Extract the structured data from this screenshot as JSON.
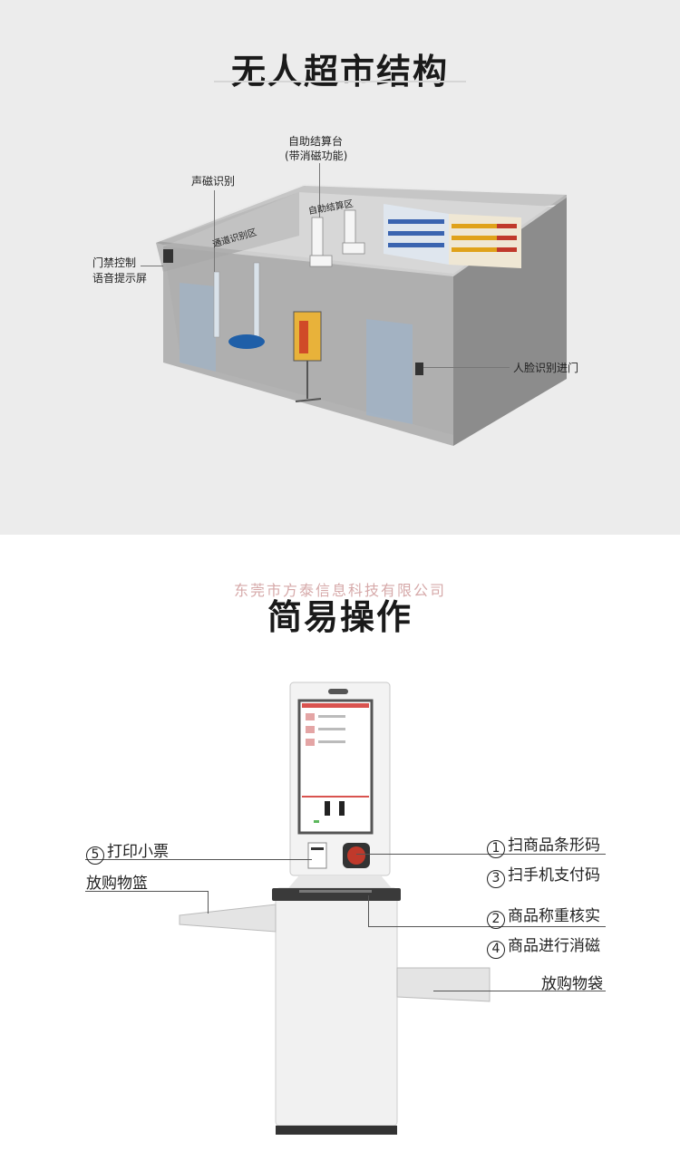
{
  "section1": {
    "title": "无人超市结构",
    "labels": {
      "checkout_top_1": "自助结算台",
      "checkout_top_2": "(带消磁功能)",
      "sound_mag": "声磁识别",
      "access_1": "门禁控制",
      "access_2": "语音提示屏",
      "channel_zone": "通道识别区",
      "checkout_zone": "自助结算区",
      "face_entry": "人脸识别进门"
    }
  },
  "watermark": "东莞市方泰信息科技有限公司",
  "section2": {
    "title": "简易操作",
    "left": {
      "n5": "5",
      "print": "打印小票",
      "basket": "放购物篮"
    },
    "right": {
      "n1": "1",
      "scan_barcode": "扫商品条形码",
      "n3": "3",
      "scan_pay": "扫手机支付码",
      "n2": "2",
      "weigh": "商品称重核实",
      "n4": "4",
      "demag": "商品进行消磁",
      "bag": "放购物袋"
    }
  },
  "colors": {
    "top_bg": "#ececec",
    "wall": "#8f8f8f",
    "kiosk": "#f2f2f2",
    "accent": "#c0392b"
  }
}
